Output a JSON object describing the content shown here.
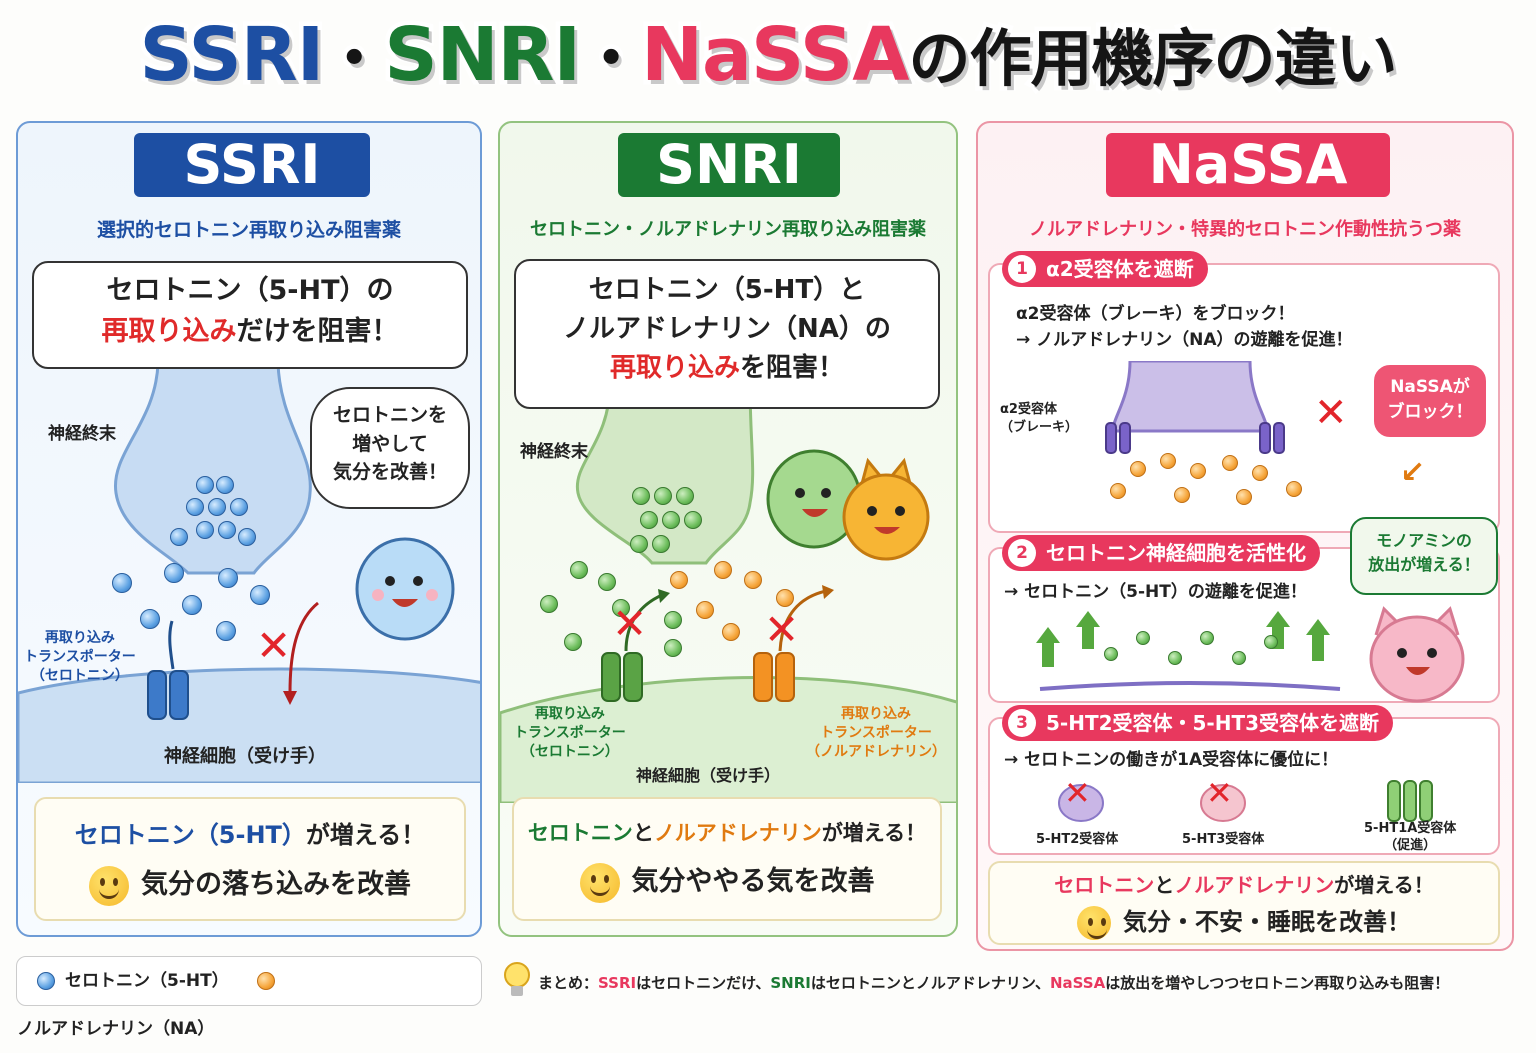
{
  "title": {
    "ssri": "SSRI",
    "dot1": "・",
    "snri": "SNRI",
    "dot2": "・",
    "nassa": "NaSSA",
    "rest": "の作用機序の違い"
  },
  "ssri": {
    "badge": "SSRI",
    "subtitle": "選択的セロトニン再取り込み阻害薬",
    "bubble_line1": "セロトニン（5-HT）の",
    "bubble_red": "再取り込み",
    "bubble_rest": "だけを阻害！",
    "nerve_end": "神経終末",
    "char_bubble": [
      "セロトニンを",
      "増やして",
      "気分を改善！"
    ],
    "transporter": [
      "再取り込み",
      "トランスポーター",
      "（セロトニン）"
    ],
    "receiver": "神経細胞（受け手）",
    "result_line1_a": "セロトニン（5-HT）",
    "result_line1_b": "が増える！",
    "result_line2": "気分の落ち込みを改善"
  },
  "snri": {
    "badge": "SNRI",
    "subtitle": "セロトニン・ノルアドレナリン再取り込み阻害薬",
    "bubble_line1": "セロトニン（5-HT）と",
    "bubble_line2": "ノルアドレナリン（NA）の",
    "bubble_red": "再取り込み",
    "bubble_rest": "を阻害！",
    "nerve_end": "神経終末",
    "transporter_5ht": [
      "再取り込み",
      "トランスポーター",
      "（セロトニン）"
    ],
    "transporter_na": [
      "再取り込み",
      "トランスポーター",
      "（ノルアドレナリン）"
    ],
    "receiver": "神経細胞（受け手）",
    "result_a": "セロトニン",
    "result_b": "と",
    "result_c": "ノルアドレナリン",
    "result_d": "が増える！",
    "result_line2": "気分ややる気を改善"
  },
  "nassa": {
    "badge": "NaSSA",
    "subtitle": "ノルアドレナリン・特異的セロトニン作動性抗うつ薬",
    "step1": {
      "num": "1",
      "title": "α2受容体を遮断",
      "line1": "α2受容体（ブレーキ）をブロック！",
      "line2": "→ ノルアドレナリン（NA）の遊離を促進！",
      "receptor_label": [
        "α2受容体",
        "（ブレーキ）"
      ],
      "block_bubble": [
        "NaSSAが",
        "ブロック！"
      ]
    },
    "step2": {
      "num": "2",
      "title": "セロトニン神経細胞を活性化",
      "line1": "→ セロトニン（5-HT）の遊離を促進！",
      "char_bubble": [
        "モノアミンの",
        "放出が増える！"
      ]
    },
    "step3": {
      "num": "3",
      "title": "5-HT2受容体・5-HT3受容体を遮断",
      "line1": "→ セロトニンの働きが1A受容体に優位に！",
      "r1": "5-HT2受容体",
      "r2": "5-HT3受容体",
      "r3": [
        "5-HT1A受容体",
        "（促進）"
      ]
    },
    "result_a": "セロトニン",
    "result_b": "と",
    "result_c": "ノルアドレナリン",
    "result_d": "が増える！",
    "result_line2": "気分・不安・睡眠を改善！"
  },
  "legend": {
    "serotonin": "セロトニン（5-HT）",
    "noradrenaline": "ノルアドレナリン（NA）"
  },
  "summary": {
    "prefix": "まとめ：",
    "ssri": "SSRI",
    "t1": "はセロトニンだけ、",
    "snri": "SNRI",
    "t2": "はセロトニンとノルアドレナリン、",
    "nassa": "NaSSA",
    "t3": "は放出を増やしつつセロトニン再取り込みも阻害！"
  },
  "colors": {
    "ssri": "#1d4fa3",
    "snri": "#1b7a33",
    "nassa": "#e8385e",
    "block": "#e2252b"
  }
}
